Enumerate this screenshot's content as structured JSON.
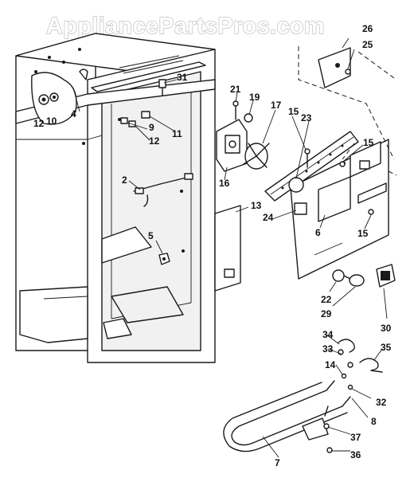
{
  "watermark": "AppliancePartsPros.com",
  "callouts": [
    "26",
    "25",
    "31",
    "21",
    "19",
    "17",
    "15",
    "23",
    "15",
    "4",
    "12",
    "10",
    "9",
    "11",
    "12",
    "16",
    "2",
    "13",
    "24",
    "6",
    "15",
    "5",
    "22",
    "29",
    "30",
    "34",
    "33",
    "35",
    "14",
    "32",
    "8",
    "37",
    "7",
    "36"
  ],
  "colors": {
    "line": "#1a1a1a",
    "background": "#ffffff",
    "watermark_outline": "#b5b5b5"
  }
}
